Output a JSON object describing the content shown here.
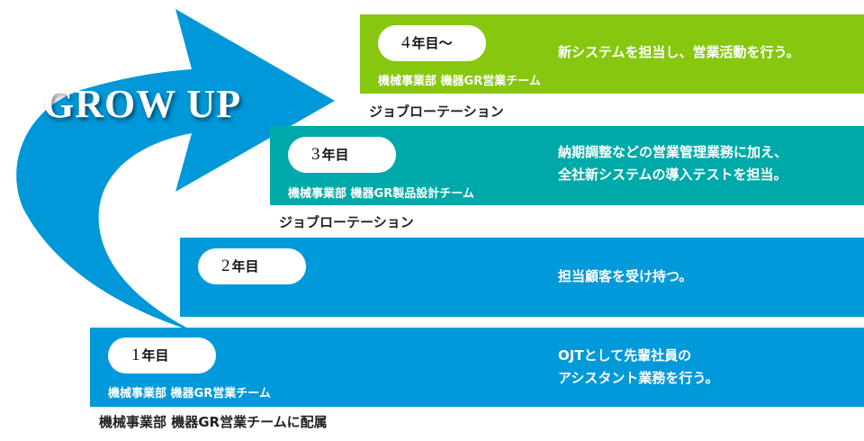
{
  "headline": "GROW UP",
  "colors": {
    "arrow": "#0098d9",
    "year4": "#87c70f",
    "year3": "#00a9a9",
    "year2": "#0099da",
    "year1": "#0099da"
  },
  "steps": [
    {
      "year_num": "4",
      "year_suffix": "年目〜",
      "dept": "機械事業部  機器GR営業チーム",
      "desc": [
        "新システムを担当し、営業活動を行う。"
      ]
    },
    {
      "year_num": "3",
      "year_suffix": "年目",
      "dept": "機械事業部  機器GR製品設計チーム",
      "desc": [
        "納期調整などの営業管理業務に加え、",
        "全社新システムの導入テストを担当。"
      ]
    },
    {
      "year_num": "2",
      "year_suffix": "年目",
      "dept": "",
      "desc": [
        "担当顧客を受け持つ。"
      ]
    },
    {
      "year_num": "1",
      "year_suffix": "年目",
      "dept": "機械事業部  機器GR営業チーム",
      "desc": [
        "OJTとして先輩社員の",
        "アシスタント業務を行う。"
      ]
    }
  ],
  "rotation_label_1": "ジョブローテーション",
  "rotation_label_2": "ジョブローテーション",
  "initial_assignment": "機械事業部  機器GR営業チームに配属"
}
